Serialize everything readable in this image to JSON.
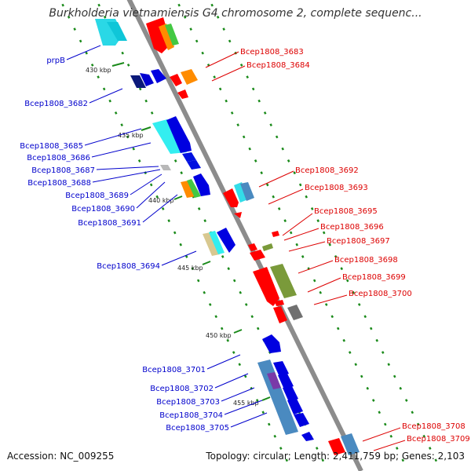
{
  "title": "Burkholderia vietnamiensis G4 chromosome 2, complete sequenc...",
  "footer": {
    "accession": "Accession: NC_009255",
    "info": "Topology: circular; Length: 2,411,759 bp; Genes: 2,103"
  },
  "colors": {
    "left_label": "#0000cc",
    "right_label": "#dd0000",
    "backbone": "#8c8c8c",
    "tick_dots": "#1a8a1a"
  },
  "kbp_ticks": [
    "430 kbp",
    "435 kbp",
    "440 kbp",
    "445 kbp",
    "450 kbp",
    "455 kbp"
  ],
  "left_labels": [
    "prpB",
    "Bcep1808_3682",
    "Bcep1808_3685",
    "Bcep1808_3686",
    "Bcep1808_3687",
    "Bcep1808_3688",
    "Bcep1808_3689",
    "Bcep1808_3690",
    "Bcep1808_3691",
    "Bcep1808_3694",
    "Bcep1808_3701",
    "Bcep1808_3702",
    "Bcep1808_3703",
    "Bcep1808_3704",
    "Bcep1808_3705"
  ],
  "right_labels": [
    "Bcep1808_3683",
    "Bcep1808_3684",
    "Bcep1808_3692",
    "Bcep1808_3693",
    "Bcep1808_3695",
    "Bcep1808_3696",
    "Bcep1808_3697",
    "Bcep1808_3698",
    "Bcep1808_3699",
    "Bcep1808_3700",
    "Bcep1808_3708",
    "Bcep1808_3709"
  ]
}
